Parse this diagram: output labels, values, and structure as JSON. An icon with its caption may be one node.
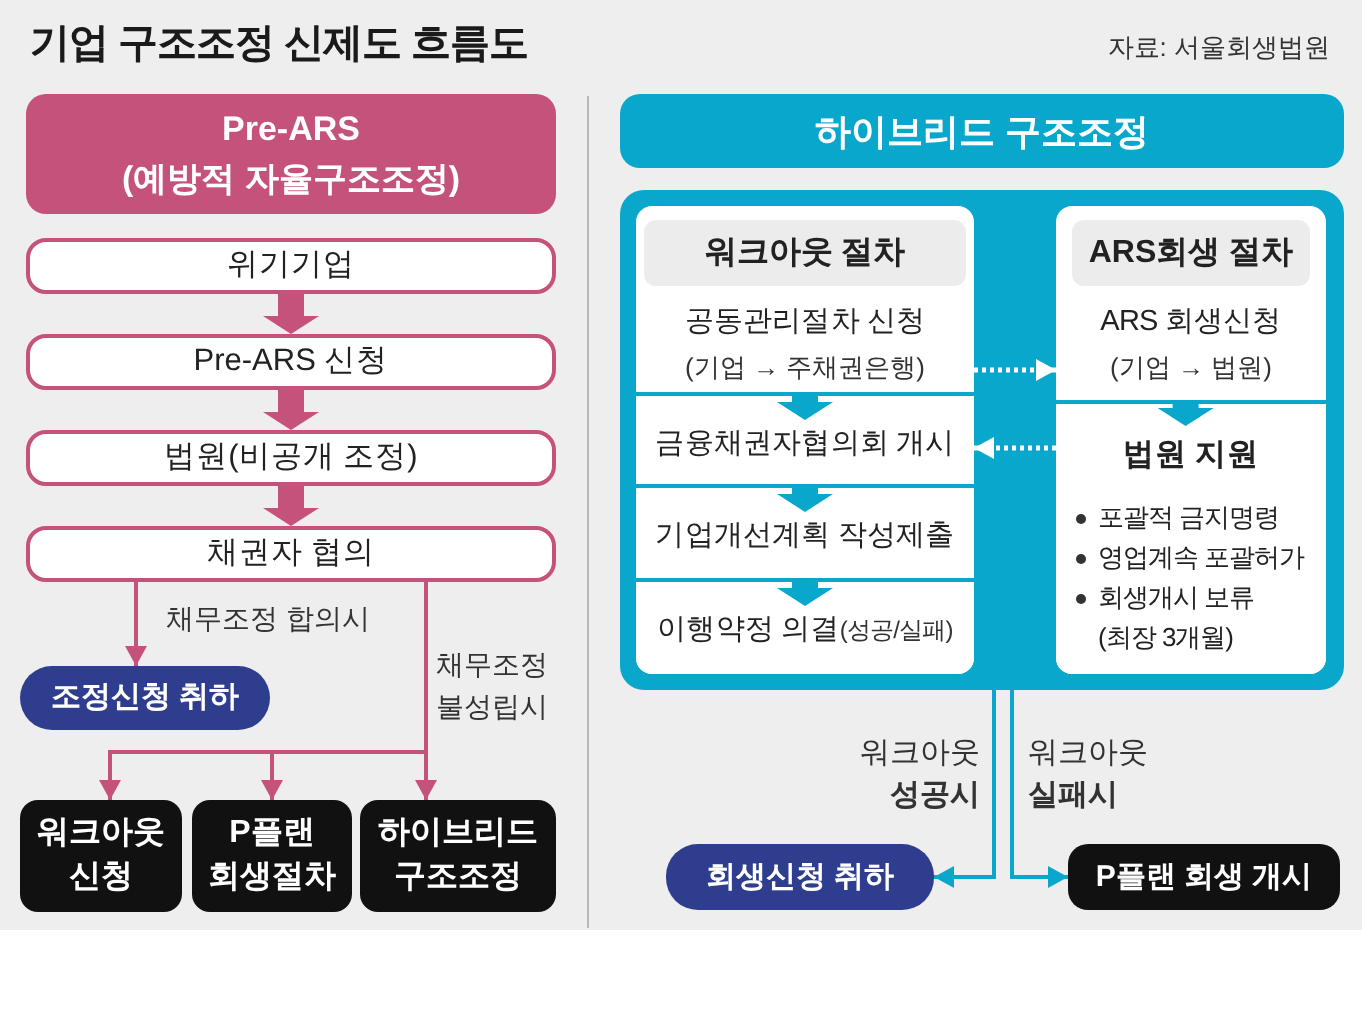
{
  "diagram": {
    "title": "기업 구조조정 신제도 흐름도",
    "nodes": [
      {
        "text": [
          "Pre-ARS",
          "(예방적 자율구조조정)"
        ]
      },
      {
        "text": [
          "위기기업"
        ]
      },
      {
        "text": [
          "Pre-ARS 신청"
        ]
      },
      {
        "text": [
          "법원(비공개 조정)"
        ]
      },
      {
        "text": [
          "채권자 협의"
        ]
      },
      {
        "text": [
          "조정신청 취하"
        ]
      },
      {
        "text": [
          "워크아웃 신청"
        ]
      },
      {
        "text": [
          "P플랜 회생절차"
        ]
      },
      {
        "text": [
          "하이브리드 구조조정"
        ]
      },
      {
        "text": [
          "하이브리드 구조조정"
        ]
      },
      {
        "text": [],
        "shape": "box"
      },
      {
        "text": [
          "워크아웃 절차"
        ],
        "in": 10
      },
      {
        "text": [
          "공동관리절차 신청",
          "(기업 → 주채권은행)"
        ],
        "in": 11
      },
      {
        "text": [
          "금융채권자협의회 개시"
        ],
        "in": 11
      },
      {
        "text": [
          "기업개선계획 작성제출"
        ],
        "in": 11
      },
      {
        "text": [
          "이행약정 의결",
          "(성공/실패)"
        ],
        "in": 11
      },
      {
        "text": [
          "ARS회생 절차"
        ],
        "in": 10
      },
      {
        "text": [
          "ARS 회생신청",
          "(기업 → 법원)"
        ],
        "in": 16
      },
      {
        "text": [
          "법원 지원",
          "포괄적 금지명령",
          "영업계속 포괄허가",
          "회생개시 보류 (최장 3개월)"
        ],
        "in": 16
      },
      {
        "text": [
          "회생신청 취하"
        ]
      },
      {
        "text": [
          "P플랜 회생 개시"
        ]
      }
    ],
    "edges": [
      {
        "from": 1,
        "to": 2,
        "arrow": "to",
        "style": "thick"
      },
      {
        "from": 2,
        "to": 3,
        "arrow": "to",
        "style": "thick"
      },
      {
        "from": 3,
        "to": 4,
        "arrow": "to",
        "style": "thick"
      },
      {
        "from": 4,
        "to": 5,
        "arrow": "to",
        "label": "채무조정 합의시"
      },
      {
        "from": 4,
        "to": 6,
        "arrow": "to"
      },
      {
        "from": 4,
        "to": 7,
        "arrow": "to"
      },
      {
        "from": 4,
        "to": 8,
        "arrow": "to",
        "label": "채무조정 불성립시"
      },
      {
        "from": 12,
        "to": 13,
        "arrow": "to",
        "style": "thick",
        "color": "#0aa7cc"
      },
      {
        "from": 13,
        "to": 14,
        "arrow": "to",
        "style": "thick",
        "color": "#0aa7cc"
      },
      {
        "from": 14,
        "to": 15,
        "arrow": "to",
        "style": "thick",
        "color": "#0aa7cc"
      },
      {
        "from": 17,
        "to": 18,
        "arrow": "to",
        "style": "thick",
        "color": "#0aa7cc"
      },
      {
        "from": 12,
        "to": 17,
        "arrow": "to",
        "style": "dashed",
        "color": "#ffffff"
      },
      {
        "from": 18,
        "to": 13,
        "arrow": "to",
        "style": "dashed",
        "color": "#ffffff"
      },
      {
        "from": 10,
        "to": 19,
        "arrow": "to",
        "color": "#0aa7cc",
        "label": "워크아웃 **성공시**"
      },
      {
        "from": 10,
        "to": 20,
        "arrow": "to",
        "color": "#0aa7cc",
        "label": "워크아웃 **실패시**"
      }
    ],
    "labels": [
      "자료: 서울회생법원"
    ]
  }
}
